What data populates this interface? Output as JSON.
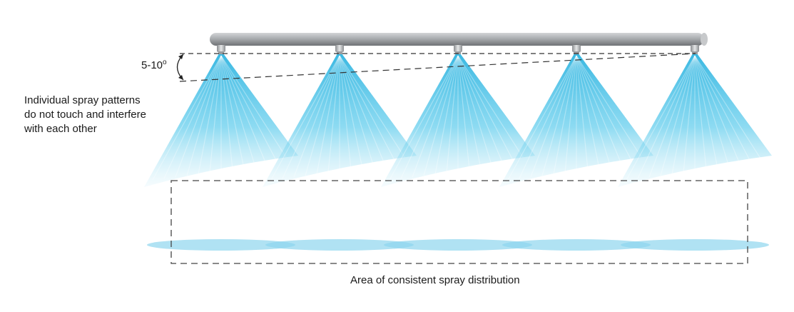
{
  "angle_label": "5-10",
  "angle_unit": "o",
  "note_lines": [
    "Individual spray patterns",
    "do not touch and interfere",
    "with each other"
  ],
  "caption": "Area of consistent spray distribution",
  "nozzle_count": 5,
  "colors": {
    "spray": "#3fbfe6",
    "spray_light": "#bfe9f6",
    "pipe": "#a9acaf",
    "pipe_dark": "#7a7d80",
    "footprint": "#8fd6ee",
    "dash": "#333333"
  }
}
